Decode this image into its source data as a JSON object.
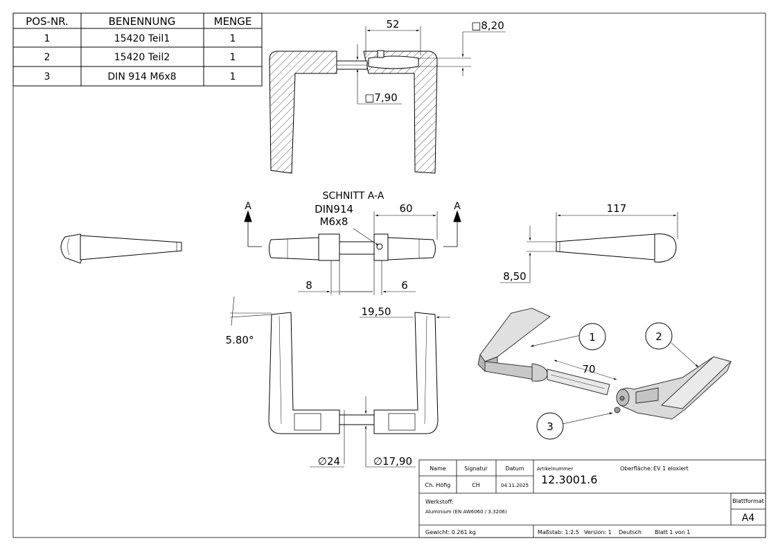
{
  "bom": {
    "headers": [
      "POS-NR.",
      "BENENNUNG",
      "MENGE"
    ],
    "rows": [
      [
        "1",
        "15420 Teil1",
        "1"
      ],
      [
        "2",
        "15420 Teil2",
        "1"
      ],
      [
        "3",
        "DIN 914 M6x8",
        "1"
      ]
    ]
  },
  "dims": {
    "d52": "52",
    "sq820": "□8,20",
    "sq790": "□7,90",
    "d60": "60",
    "d117": "117",
    "d8": "8",
    "d6": "6",
    "d850": "8,50",
    "d1950": "19,50",
    "angle": "5.80°",
    "dia24": "∅24",
    "dia1790": "∅17,90",
    "d70": "70"
  },
  "labels": {
    "section_title": "SCHNITT A-A",
    "section_marker_left": "A",
    "section_marker_right": "A",
    "screw_callout_line1": "DIN914",
    "screw_callout_line2": "M6x8"
  },
  "balloons": [
    "1",
    "2",
    "3"
  ],
  "title_block": {
    "name_header": "Name",
    "signature_header": "Signatur",
    "date_header": "Datum",
    "article_label": "Artikelnummer",
    "surface_label": "Oberfläche:",
    "surface_value": "EV 1 eloxiert",
    "name_value": "Ch. Höfig",
    "signature_value": "CH",
    "date_value": "04.11.2025",
    "article_value": "12.3001.6",
    "material_label": "Werkstoff:",
    "material_value": "Aluminium (EN AW6060 / 3.3206)",
    "format_label": "Blattformat",
    "format_value": "A4",
    "weight": "Gewicht: 0.261 kg",
    "scale": "Maßstab: 1:2.5",
    "version": "Version: 1",
    "language": "Deutsch",
    "sheet": "Blatt 1 von 1"
  }
}
